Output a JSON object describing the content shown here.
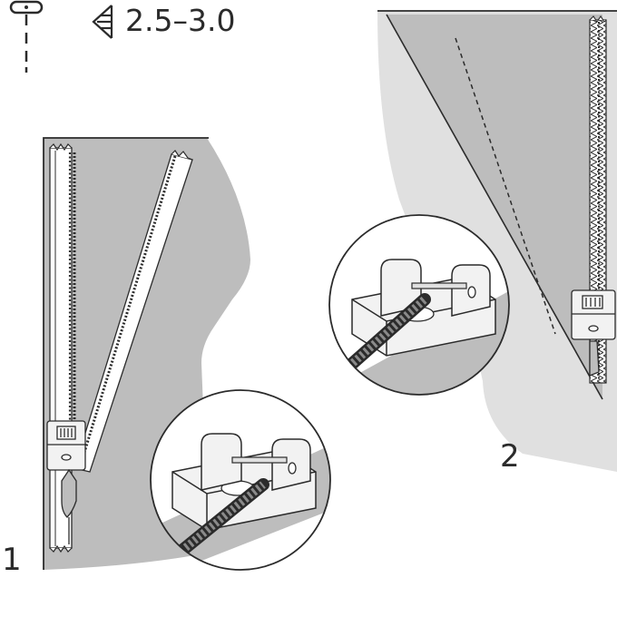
{
  "header": {
    "presser_foot_icon": "zipper-foot-symbol-icon",
    "stitch_length_icon": "stitch-length-icon",
    "stitch_length": "2.5–3.0"
  },
  "steps": [
    {
      "number": "1",
      "illustration": "zipper-left-side-sewing"
    },
    {
      "number": "2",
      "illustration": "zipper-right-side-sewing"
    }
  ],
  "colors": {
    "line": "#2b2b2b",
    "fabric_dark": "#bdbdbd",
    "fabric_light": "#e0e0e0",
    "foot": "#f2f2f2",
    "white": "#ffffff"
  }
}
